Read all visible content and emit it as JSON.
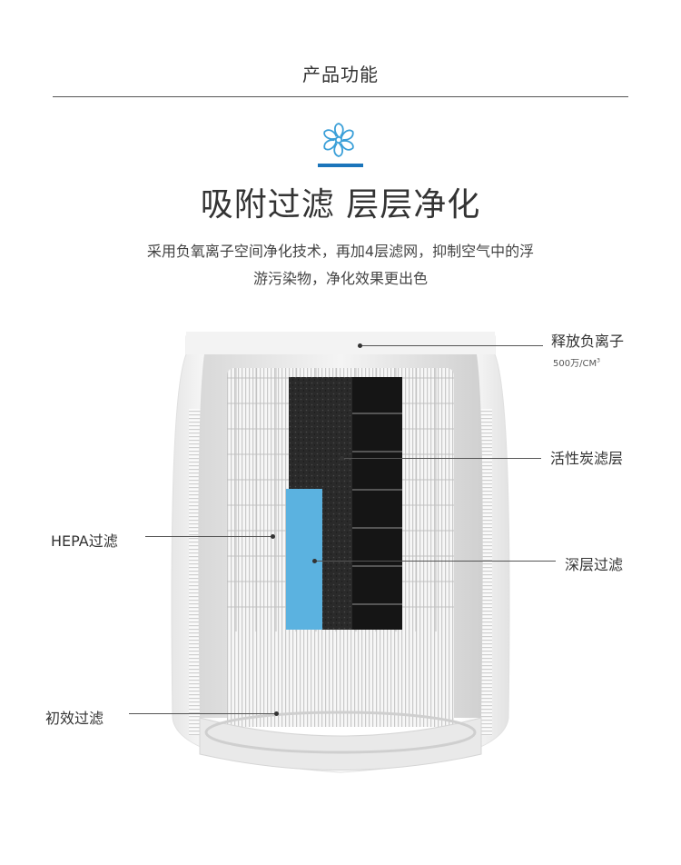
{
  "section": {
    "title": "产品功能"
  },
  "feature": {
    "icon": "flower-fan-icon",
    "accent_color": "#1b75bb",
    "icon_color": "#3a9fd8",
    "headline": "吸附过滤 层层净化",
    "desc_line1": "采用负氧离子空间净化技术，再加4层滤网，抑制空气中的浮",
    "desc_line2": "游污染物，净化效果更出色"
  },
  "callouts": {
    "ion": {
      "label": "释放负离子",
      "sub": "500万/CM",
      "sub_sup": "3"
    },
    "carbon": {
      "label": "活性炭滤层"
    },
    "hepa": {
      "label": "HEPA过滤"
    },
    "deep": {
      "label": "深层过滤"
    },
    "pre": {
      "label": "初效过滤"
    }
  }
}
